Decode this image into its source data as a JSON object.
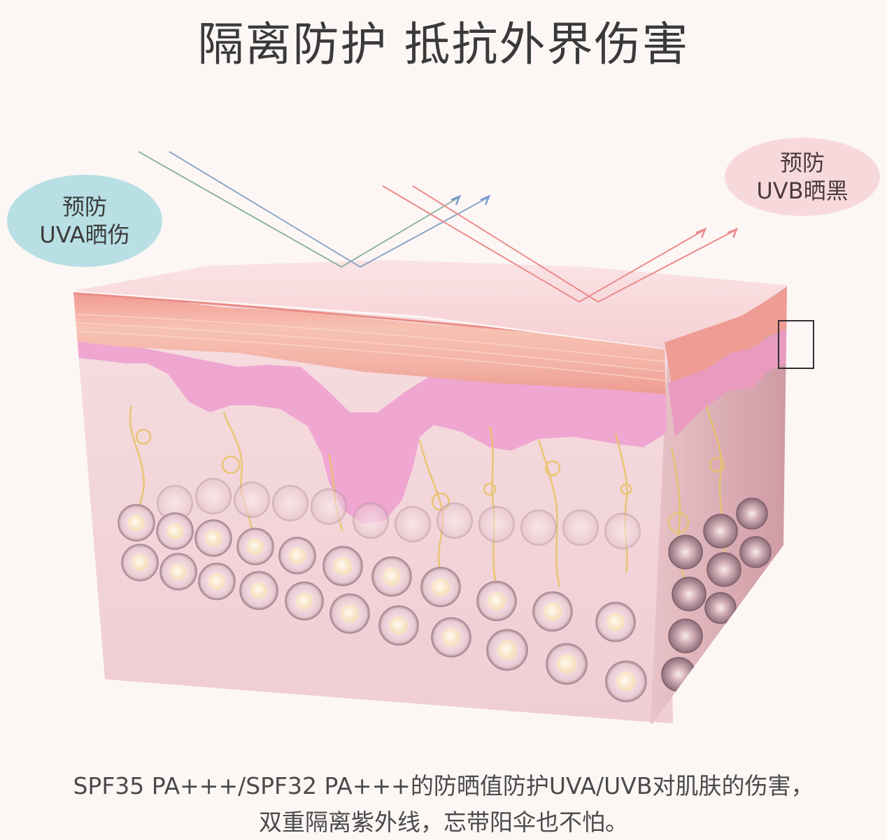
{
  "title": "隔离防护 抵抗外界伤害",
  "bubbles": {
    "uva": {
      "line1": "预防",
      "line2": "UVA晒伤",
      "color": "#b8dfe4"
    },
    "uvb": {
      "line1": "预防",
      "line2": "UVB晒黑",
      "color": "#f7d9dc"
    }
  },
  "rays": {
    "uva_colors": [
      "#8fb3a8",
      "#8fa6c8"
    ],
    "uva_arrow_color": "#7b9bd1",
    "uvb_color": "#ec8a8a"
  },
  "skin": {
    "top_face": "#f7d3d6",
    "stratum_corneum": "#f3a39b",
    "epidermis": "#f0a8d2",
    "dermis": "#f4d5da",
    "side_face": "#d9a6ad",
    "cell_nucleus": "#fbe9cf",
    "nerve": "#e8c36a"
  },
  "caption": {
    "line1": "SPF35 PA+++/SPF32 PA+++的防晒值防护UVA/UVB对肌肤的伤害，",
    "line2": "双重隔离紫外线，忘带阳伞也不怕。"
  }
}
